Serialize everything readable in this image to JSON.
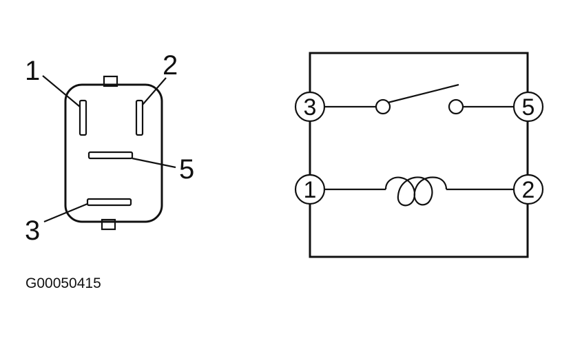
{
  "connector": {
    "pin_labels": {
      "pin1": "1",
      "pin2": "2",
      "pin5": "5",
      "pin3": "3"
    }
  },
  "schematic": {
    "terminal_labels": {
      "t3": "3",
      "t5": "5",
      "t1": "1",
      "t2": "2"
    }
  },
  "reference_code": "G00050415"
}
